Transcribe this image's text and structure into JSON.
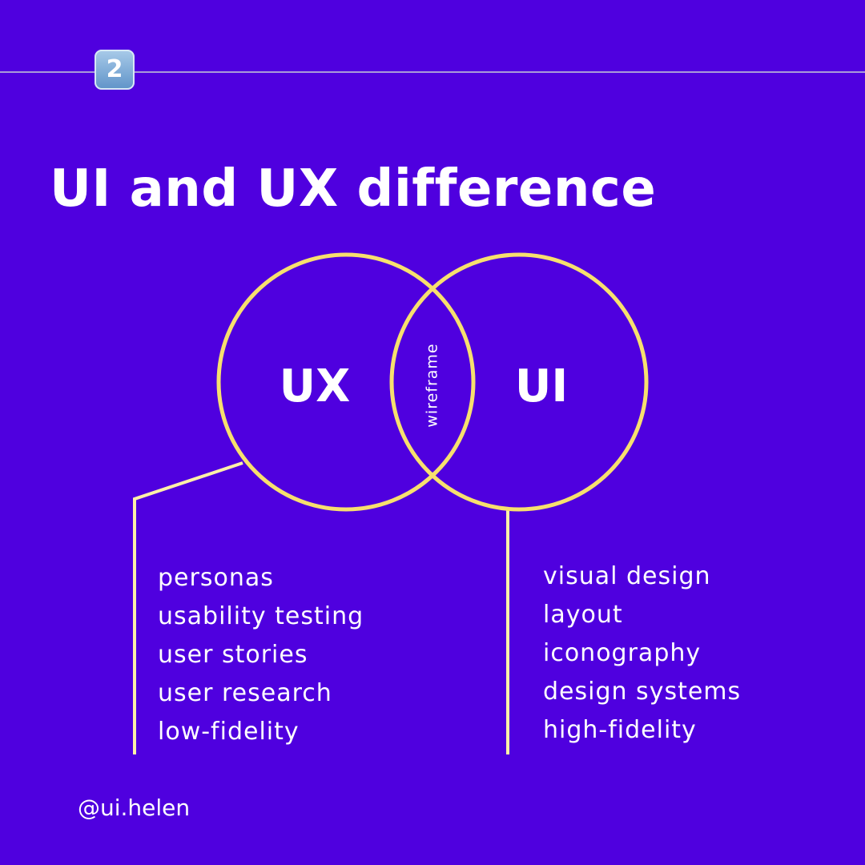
{
  "badge": {
    "label": "2"
  },
  "title": "UI and UX difference",
  "diagram": {
    "left_circle_label": "UX",
    "right_circle_label": "UI",
    "overlap_label": "wireframe",
    "ux_items": [
      "personas",
      "usability testing",
      "user stories",
      "user research",
      "low-fidelity"
    ],
    "ui_items": [
      "visual design",
      "layout",
      "iconography",
      "design systems",
      "high-fidelity"
    ]
  },
  "handle": "@ui.helen",
  "colors": {
    "background": "#4f00df",
    "circle_stroke": "#f7e06e",
    "connector_line": "#fff1a8",
    "text": "#ffffff",
    "divider": "#a99ad8",
    "badge": "#7fb0dc"
  }
}
